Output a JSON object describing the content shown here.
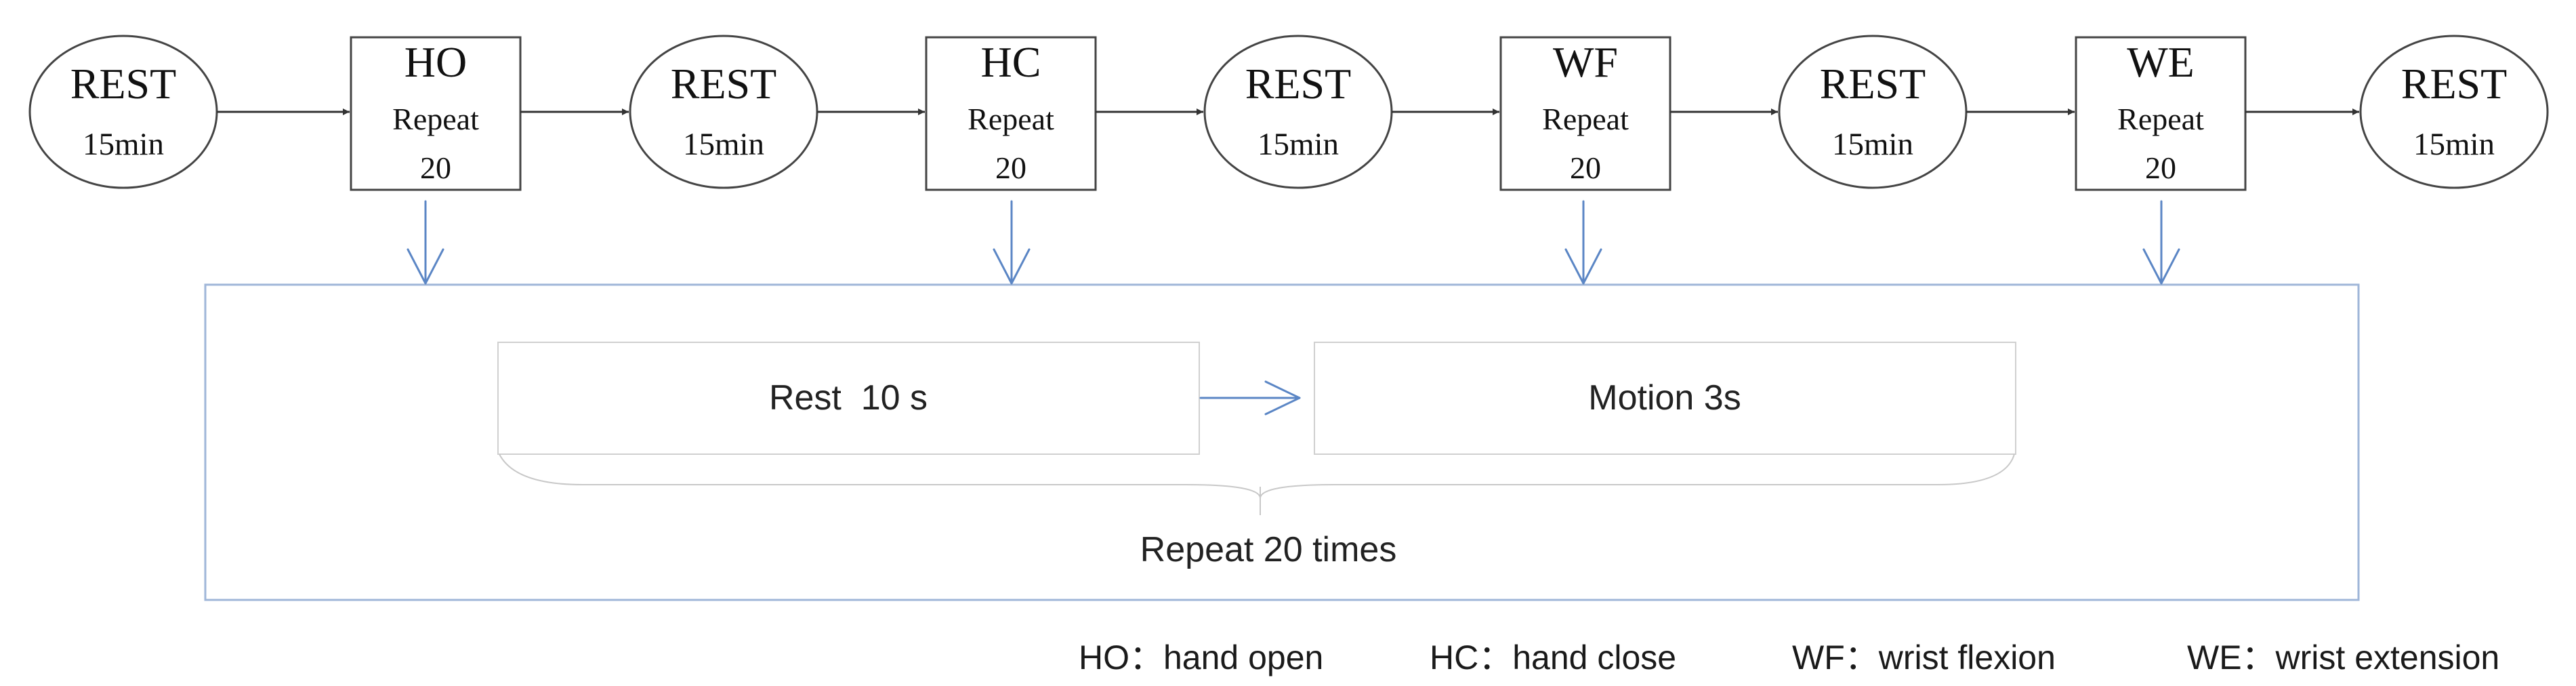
{
  "rest_nodes": [
    {
      "title": "REST",
      "duration": "15min"
    },
    {
      "title": "REST",
      "duration": "15min"
    },
    {
      "title": "REST",
      "duration": "15min"
    },
    {
      "title": "REST",
      "duration": "15min"
    },
    {
      "title": "REST",
      "duration": "15min"
    }
  ],
  "motion_nodes": [
    {
      "code": "HO",
      "repeat_label": "Repeat",
      "repeat_count": "20"
    },
    {
      "code": "HC",
      "repeat_label": "Repeat",
      "repeat_count": "20"
    },
    {
      "code": "WF",
      "repeat_label": "Repeat",
      "repeat_count": "20"
    },
    {
      "code": "WE",
      "repeat_label": "Repeat",
      "repeat_count": "20"
    }
  ],
  "detail": {
    "rest_box": "Rest  10 s",
    "motion_box": "Motion 3s",
    "repeat_caption": "Repeat 20 times"
  },
  "legend": [
    {
      "code": "HO",
      "sep": "：",
      "meaning": "hand open"
    },
    {
      "code": "HC",
      "sep": "：",
      "meaning": "hand close"
    },
    {
      "code": "WF",
      "sep": "：",
      "meaning": "wrist flexion"
    },
    {
      "code": "WE",
      "sep": "：",
      "meaning": "wrist extension"
    }
  ],
  "colors": {
    "line_dark": "#333333",
    "line_blue": "#5b86c5",
    "box_border_blue": "#9fb6d8",
    "inner_box_border": "#d0d0d0"
  }
}
